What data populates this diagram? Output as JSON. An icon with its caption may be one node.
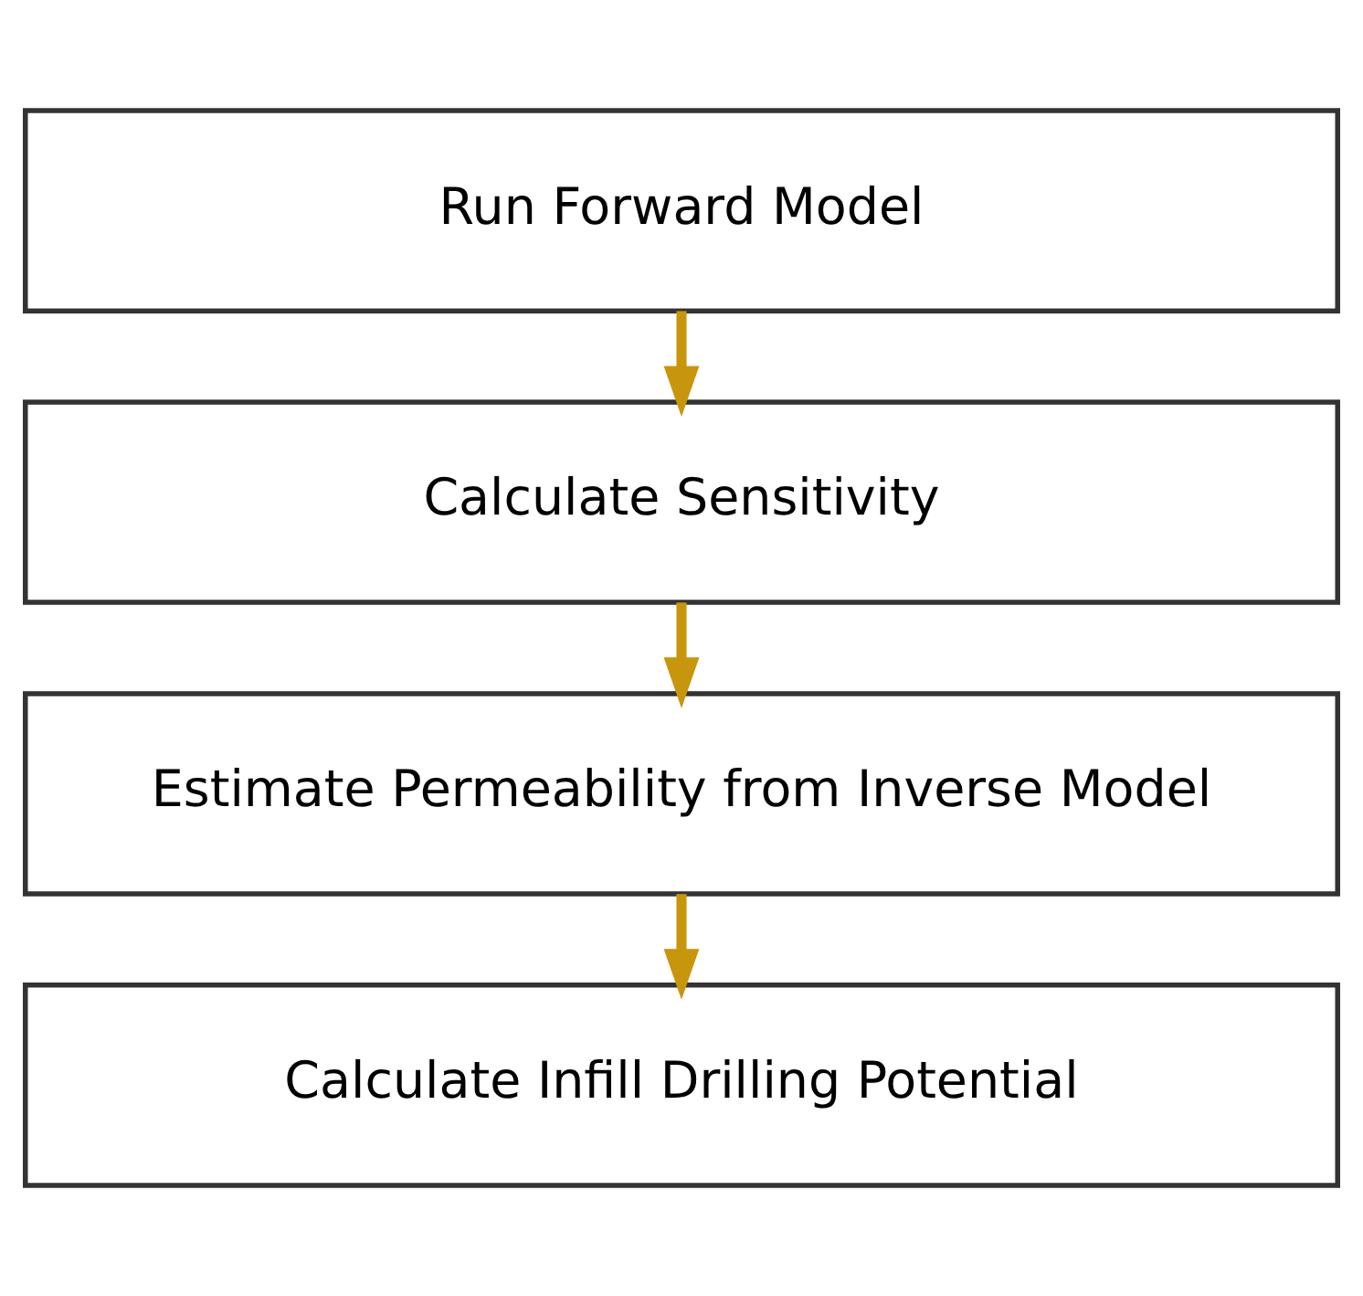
{
  "diagram": {
    "nodes": [
      {
        "text": [
          "Run Forward Model"
        ]
      },
      {
        "text": [
          "Calculate Sensitivity"
        ]
      },
      {
        "text": [
          "Estimate Permeability from Inverse Model"
        ]
      },
      {
        "text": [
          "Calculate Infill Drilling Potential"
        ]
      }
    ],
    "edges": [
      {
        "from": 0,
        "to": 1,
        "arrow": "to"
      },
      {
        "from": 1,
        "to": 2,
        "arrow": "to"
      },
      {
        "from": 2,
        "to": 3,
        "arrow": "to"
      }
    ]
  }
}
